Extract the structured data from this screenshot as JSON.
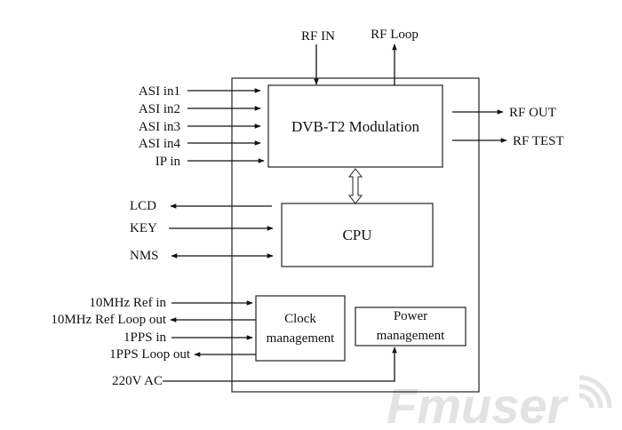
{
  "diagram": {
    "blocks": {
      "modulation": "DVB-T2 Modulation",
      "cpu": "CPU",
      "clock_line1": "Clock",
      "clock_line2": "management",
      "power_line1": "Power",
      "power_line2": "management"
    },
    "signals": {
      "rf_in": "RF IN",
      "rf_loop": "RF Loop",
      "asi_in1": "ASI in1",
      "asi_in2": "ASI in2",
      "asi_in3": "ASI in3",
      "asi_in4": "ASI in4",
      "ip_in": "IP in",
      "rf_out": "RF OUT",
      "rf_test": "RF TEST",
      "lcd": "LCD",
      "key": "KEY",
      "nms": "NMS",
      "ref_in": "10MHz Ref in",
      "ref_loop_out": "10MHz Ref Loop out",
      "pps_in": "1PPS in",
      "pps_loop_out": "1PPS Loop out",
      "ac": "220V AC"
    },
    "watermark": "Fmuser"
  }
}
